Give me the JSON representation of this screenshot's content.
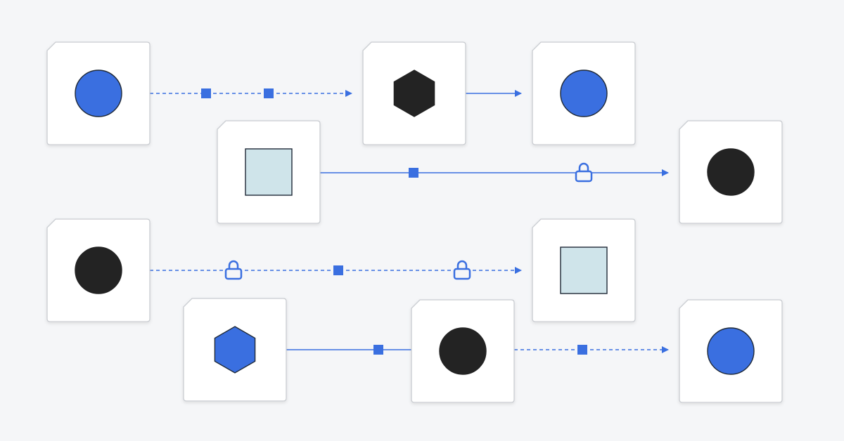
{
  "colors": {
    "background": "#f5f6f8",
    "card_fill": "#ffffff",
    "card_border": "#c9ccd1",
    "connector": "#3a6fe0",
    "blue_shape": "#3a6fe0",
    "dark_shape": "#232323",
    "light_shape": "#cfe4ea",
    "shape_outline": "#1f2937"
  },
  "nodes": [
    {
      "id": "n1",
      "shape": "circle",
      "fill": "blue"
    },
    {
      "id": "n2",
      "shape": "hexagon",
      "fill": "dark"
    },
    {
      "id": "n3",
      "shape": "circle",
      "fill": "blue"
    },
    {
      "id": "n4",
      "shape": "square",
      "fill": "light"
    },
    {
      "id": "n5",
      "shape": "circle",
      "fill": "dark"
    },
    {
      "id": "n6",
      "shape": "circle",
      "fill": "dark"
    },
    {
      "id": "n7",
      "shape": "square",
      "fill": "light"
    },
    {
      "id": "n8",
      "shape": "hexagon",
      "fill": "blue"
    },
    {
      "id": "n9",
      "shape": "circle",
      "fill": "dark"
    },
    {
      "id": "n10",
      "shape": "circle",
      "fill": "blue"
    }
  ],
  "connectors": [
    {
      "id": "e1",
      "from": "n1",
      "to": "n2",
      "style": "dashed",
      "markers": [
        "square-marker",
        "square-marker"
      ]
    },
    {
      "id": "e2",
      "from": "n2",
      "to": "n3",
      "style": "solid",
      "markers": []
    },
    {
      "id": "e3",
      "from": "n4",
      "to": "n5",
      "style": "solid",
      "markers": [
        "square-marker",
        "lock-icon"
      ]
    },
    {
      "id": "e4",
      "from": "n6",
      "to": "n7",
      "style": "dashed",
      "markers": [
        "lock-icon",
        "square-marker",
        "lock-icon"
      ]
    },
    {
      "id": "e5",
      "from": "n8",
      "to": "n9",
      "style": "solid",
      "markers": [
        "square-marker"
      ]
    },
    {
      "id": "e6",
      "from": "n9",
      "to": "n10",
      "style": "dashed",
      "markers": [
        "square-marker"
      ]
    }
  ]
}
